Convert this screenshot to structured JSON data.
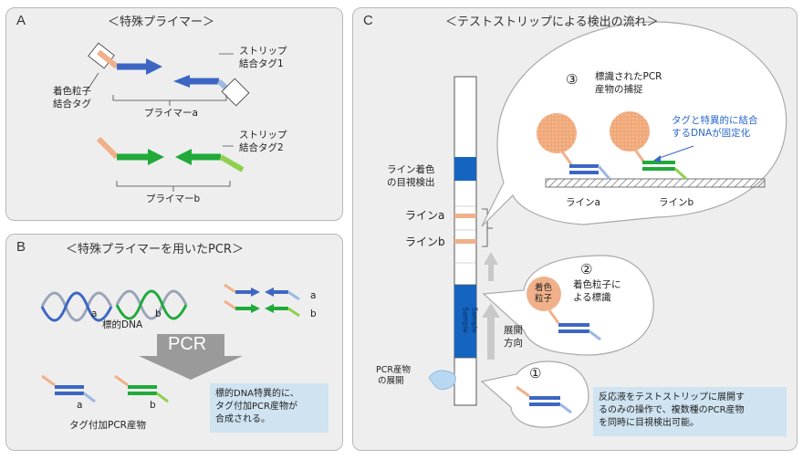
{
  "panel_a": {
    "label": "A",
    "title": "＜特殊プライマー＞",
    "strip_tag_1": [
      "ストリップ",
      "結合タグ1"
    ],
    "color_particle_tag": [
      "着色粒子",
      "結合タグ"
    ],
    "primer_a": "プライマーa",
    "strip_tag_2": [
      "ストリップ",
      "結合タグ2"
    ],
    "primer_b": "プライマーb"
  },
  "panel_b": {
    "label": "B",
    "title": "＜特殊プライマーを用いたPCR＞",
    "helix_a": "a",
    "helix_b": "b",
    "target_dna": "標的DNA",
    "primer_a": "a",
    "primer_b": "b",
    "pcr": "PCR",
    "product_a": "a",
    "product_b": "b",
    "tagged_product": "タグ付加PCR産物",
    "note": [
      "標的DNA特異的に、",
      "タグ付加PCR産物が",
      "合成される。"
    ]
  },
  "panel_c": {
    "label": "C",
    "title": "＜テストストリップによる検出の流れ＞",
    "line_color_detect": [
      "ライン着色",
      "の目視検出"
    ],
    "line_a": "ラインa",
    "line_b": "ラインb",
    "sample_text": "Sample",
    "direction": [
      "展開",
      "方向"
    ],
    "pcr_deploy": [
      "PCR産物",
      "の展開"
    ],
    "step1": "①",
    "step2": "②",
    "step2_text": [
      "着色粒子に",
      "よる標識"
    ],
    "particle_label": [
      "着色",
      "粒子"
    ],
    "step3": "③",
    "step3_text": [
      "標識されたPCR",
      "産物の捕捉"
    ],
    "fixed_dna": [
      "タグと特異的に結合",
      "するDNAが固定化"
    ],
    "bottom_line_a": "ラインa",
    "bottom_line_b": "ラインb",
    "note": [
      "反応液をテストストリップに展開す",
      "るのみの操作で、複数種のPCR産物",
      "を同時に目視検出可能。"
    ]
  },
  "colors": {
    "blue": "#3d66c4",
    "light_blue": "#9db8e3",
    "green": "#1faa3a",
    "light_green": "#8fd14f",
    "salmon": "#f0b08a",
    "panel_bg": "#eeeeee",
    "note_bg": "#cfe3f1",
    "strip_blue": "#1565c0"
  }
}
